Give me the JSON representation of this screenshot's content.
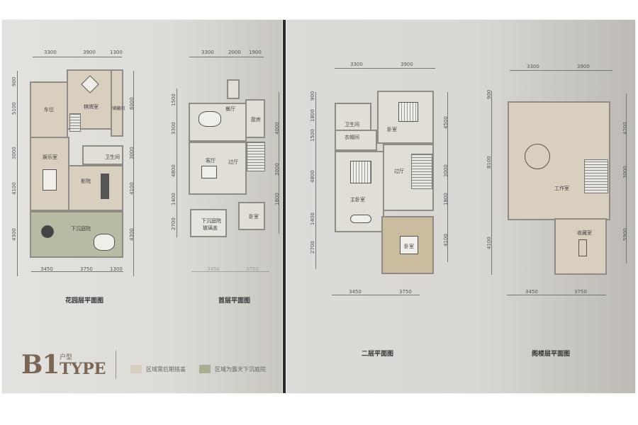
{
  "brochure": {
    "type_code": "B1",
    "type_cn": "户型",
    "type_en": "TYPE",
    "legend": [
      {
        "label": "区域需后期搭盖",
        "color": "#d6cfbf"
      },
      {
        "label": "区域为露天下沉庭院",
        "color": "#a9ae90"
      }
    ]
  },
  "plans": [
    {
      "id": "garden-floor",
      "caption": "花园层平面图",
      "top_dims": [
        "3300",
        "3900",
        "1300"
      ],
      "bottom_dims": [
        "3450",
        "3750",
        "1300"
      ],
      "left_dims": [
        "900",
        "5100",
        "3000",
        "4100",
        "4300"
      ],
      "right_dims": [
        "6000",
        "3000",
        "4100",
        "4300"
      ],
      "rooms": [
        "车位",
        "棋牌室",
        "储藏间",
        "卫生间",
        "娱乐室",
        "影院",
        "下沉庭院"
      ]
    },
    {
      "id": "first-floor",
      "caption": "首层平面图",
      "top_dims": [
        "3300",
        "2000",
        "1900"
      ],
      "bottom_dims": [
        "3450",
        "3750"
      ],
      "left_dims": [
        "1500",
        "3300",
        "4800",
        "1400",
        "2700"
      ],
      "right_dims": [
        "4000",
        "3000",
        "1800"
      ],
      "rooms": [
        "餐厅",
        "厨房",
        "客厅",
        "过厅",
        "卧室",
        "下沉庭院",
        "玻璃盖"
      ]
    },
    {
      "id": "second-floor",
      "caption": "二层平面图",
      "top_dims": [
        "3300",
        "3900"
      ],
      "bottom_dims": [
        "3450",
        "3750"
      ],
      "left_dims": [
        "900",
        "1800",
        "1500",
        "4800",
        "1400",
        "2700"
      ],
      "right_dims": [
        "4500",
        "3000",
        "1800",
        "4100"
      ],
      "rooms": [
        "卫生间",
        "衣帽间",
        "卧室",
        "过厅",
        "主卧室",
        "卧室"
      ]
    },
    {
      "id": "attic-floor",
      "caption": "阁楼层平面图",
      "top_dims": [
        "3300",
        "3900"
      ],
      "bottom_dims": [
        "3450",
        "3750"
      ],
      "left_dims": [
        "900",
        "8100",
        "4100"
      ],
      "right_dims": [
        "4200",
        "3000",
        "5900"
      ],
      "rooms": [
        "工作室",
        "收藏室"
      ]
    }
  ]
}
